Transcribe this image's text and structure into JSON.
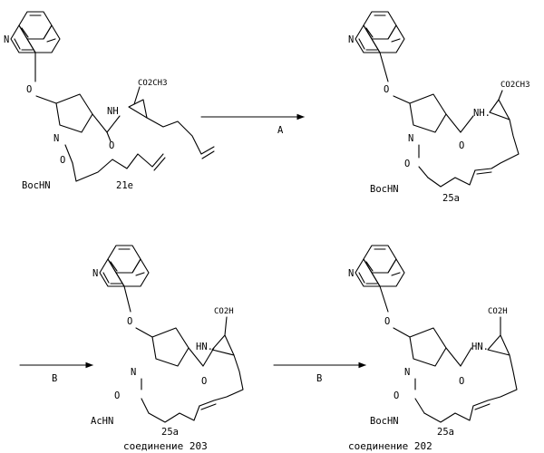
{
  "scheme": {
    "arrows": [
      {
        "label": "A"
      },
      {
        "label": "B"
      },
      {
        "label": "B"
      }
    ],
    "compounds": [
      {
        "id": "21e",
        "atoms": {
          "N_quin": "N",
          "O": "O",
          "N_pro": "N",
          "NH": "NH",
          "O_amide1": "O",
          "O_amide2": "O",
          "BocHN": "BocHN",
          "ester": "CO2CH3"
        }
      },
      {
        "id": "25a",
        "atoms": {
          "N_quin": "N",
          "O": "O",
          "N_pro": "N",
          "NH": "NH.",
          "O_amide1": "O",
          "O_amide2": "O",
          "BocHN": "BocHN",
          "ester": "CO2CH3"
        }
      },
      {
        "id": "25a",
        "caption": "соединение 203",
        "atoms": {
          "N_quin": "N",
          "O": "O",
          "N_pro": "N",
          "NH": "HN.",
          "O_amide1": "O",
          "O_amide2": "O",
          "BocHN": "AcHN",
          "ester": "CO2H"
        }
      },
      {
        "id": "25a",
        "caption": "соединение 202",
        "atoms": {
          "N_quin": "N",
          "O": "O",
          "N_pro": "N",
          "NH": "HN.",
          "O_amide1": "O",
          "O_amide2": "O",
          "BocHN": "BocHN",
          "ester": "CO2H"
        }
      }
    ]
  }
}
